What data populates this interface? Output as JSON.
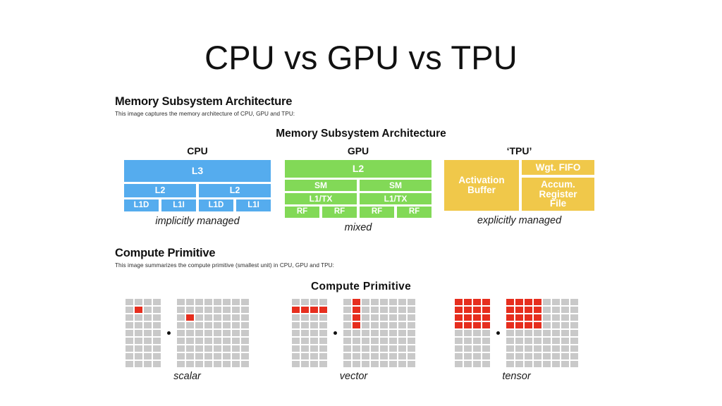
{
  "slide": {
    "title": "CPU vs GPU vs TPU",
    "background_color": "#ffffff"
  },
  "colors": {
    "cpu_blue": "#55ACEE",
    "gpu_green": "#82D957",
    "tpu_yellow": "#F0C84A",
    "cell_gray": "#c9c9c9",
    "cell_red": "#E62E1E",
    "text_black": "#111111"
  },
  "memory_section": {
    "heading": "Memory Subsystem Architecture",
    "subheading": "This image captures the memory architecture of CPU, GPU and TPU:",
    "diagram_title": "Memory Subsystem Architecture",
    "columns": {
      "cpu": {
        "label": "CPU",
        "footer": "implicitly managed",
        "l3": "L3",
        "l2_left": "L2",
        "l2_right": "L2",
        "l1_0": "L1D",
        "l1_1": "L1I",
        "l1_2": "L1D",
        "l1_3": "L1I"
      },
      "gpu": {
        "label": "GPU",
        "footer": "mixed",
        "l2": "L2",
        "sm_left": "SM",
        "sm_right": "SM",
        "l1tx_left": "L1/TX",
        "l1tx_right": "L1/TX",
        "rf_0": "RF",
        "rf_1": "RF",
        "rf_2": "RF",
        "rf_3": "RF"
      },
      "tpu": {
        "label": "‘TPU’",
        "footer": "explicitly managed",
        "activation_buffer_line1": "Activation",
        "activation_buffer_line2": "Buffer",
        "wgt_fifo": "Wgt. FIFO",
        "accum_line1": "Accum.",
        "accum_line2": "Register",
        "accum_line3": "File"
      }
    }
  },
  "compute_section": {
    "heading": "Compute Primitive",
    "subheading": "This image summarizes the compute primitive (smallest unit) in CPU, GPU and TPU:",
    "diagram_title": "Compute  Primitive",
    "operator": "·",
    "groups": [
      {
        "name": "scalar",
        "label": "scalar",
        "left_grid": {
          "cols": 4,
          "rows": 9,
          "highlight": [
            [
              1,
              1
            ]
          ]
        },
        "right_grid": {
          "cols": 8,
          "rows": 9,
          "highlight": [
            [
              2,
              1
            ]
          ]
        }
      },
      {
        "name": "vector",
        "label": "vector",
        "left_grid": {
          "cols": 4,
          "rows": 9,
          "highlight": [
            [
              1,
              0
            ],
            [
              1,
              1
            ],
            [
              1,
              2
            ],
            [
              1,
              3
            ]
          ]
        },
        "right_grid": {
          "cols": 8,
          "rows": 9,
          "highlight": [
            [
              0,
              1
            ],
            [
              1,
              1
            ],
            [
              2,
              1
            ],
            [
              3,
              1
            ]
          ]
        }
      },
      {
        "name": "tensor",
        "label": "tensor",
        "left_grid": {
          "cols": 4,
          "rows": 9,
          "highlight": [
            [
              0,
              0
            ],
            [
              0,
              1
            ],
            [
              0,
              2
            ],
            [
              0,
              3
            ],
            [
              1,
              0
            ],
            [
              1,
              1
            ],
            [
              1,
              2
            ],
            [
              1,
              3
            ],
            [
              2,
              0
            ],
            [
              2,
              1
            ],
            [
              2,
              2
            ],
            [
              2,
              3
            ],
            [
              3,
              0
            ],
            [
              3,
              1
            ],
            [
              3,
              2
            ],
            [
              3,
              3
            ]
          ]
        },
        "right_grid": {
          "cols": 8,
          "rows": 9,
          "highlight": [
            [
              0,
              0
            ],
            [
              0,
              1
            ],
            [
              0,
              2
            ],
            [
              0,
              3
            ],
            [
              1,
              0
            ],
            [
              1,
              1
            ],
            [
              1,
              2
            ],
            [
              1,
              3
            ],
            [
              2,
              0
            ],
            [
              2,
              1
            ],
            [
              2,
              2
            ],
            [
              2,
              3
            ],
            [
              3,
              0
            ],
            [
              3,
              1
            ],
            [
              3,
              2
            ],
            [
              3,
              3
            ]
          ]
        }
      }
    ]
  }
}
